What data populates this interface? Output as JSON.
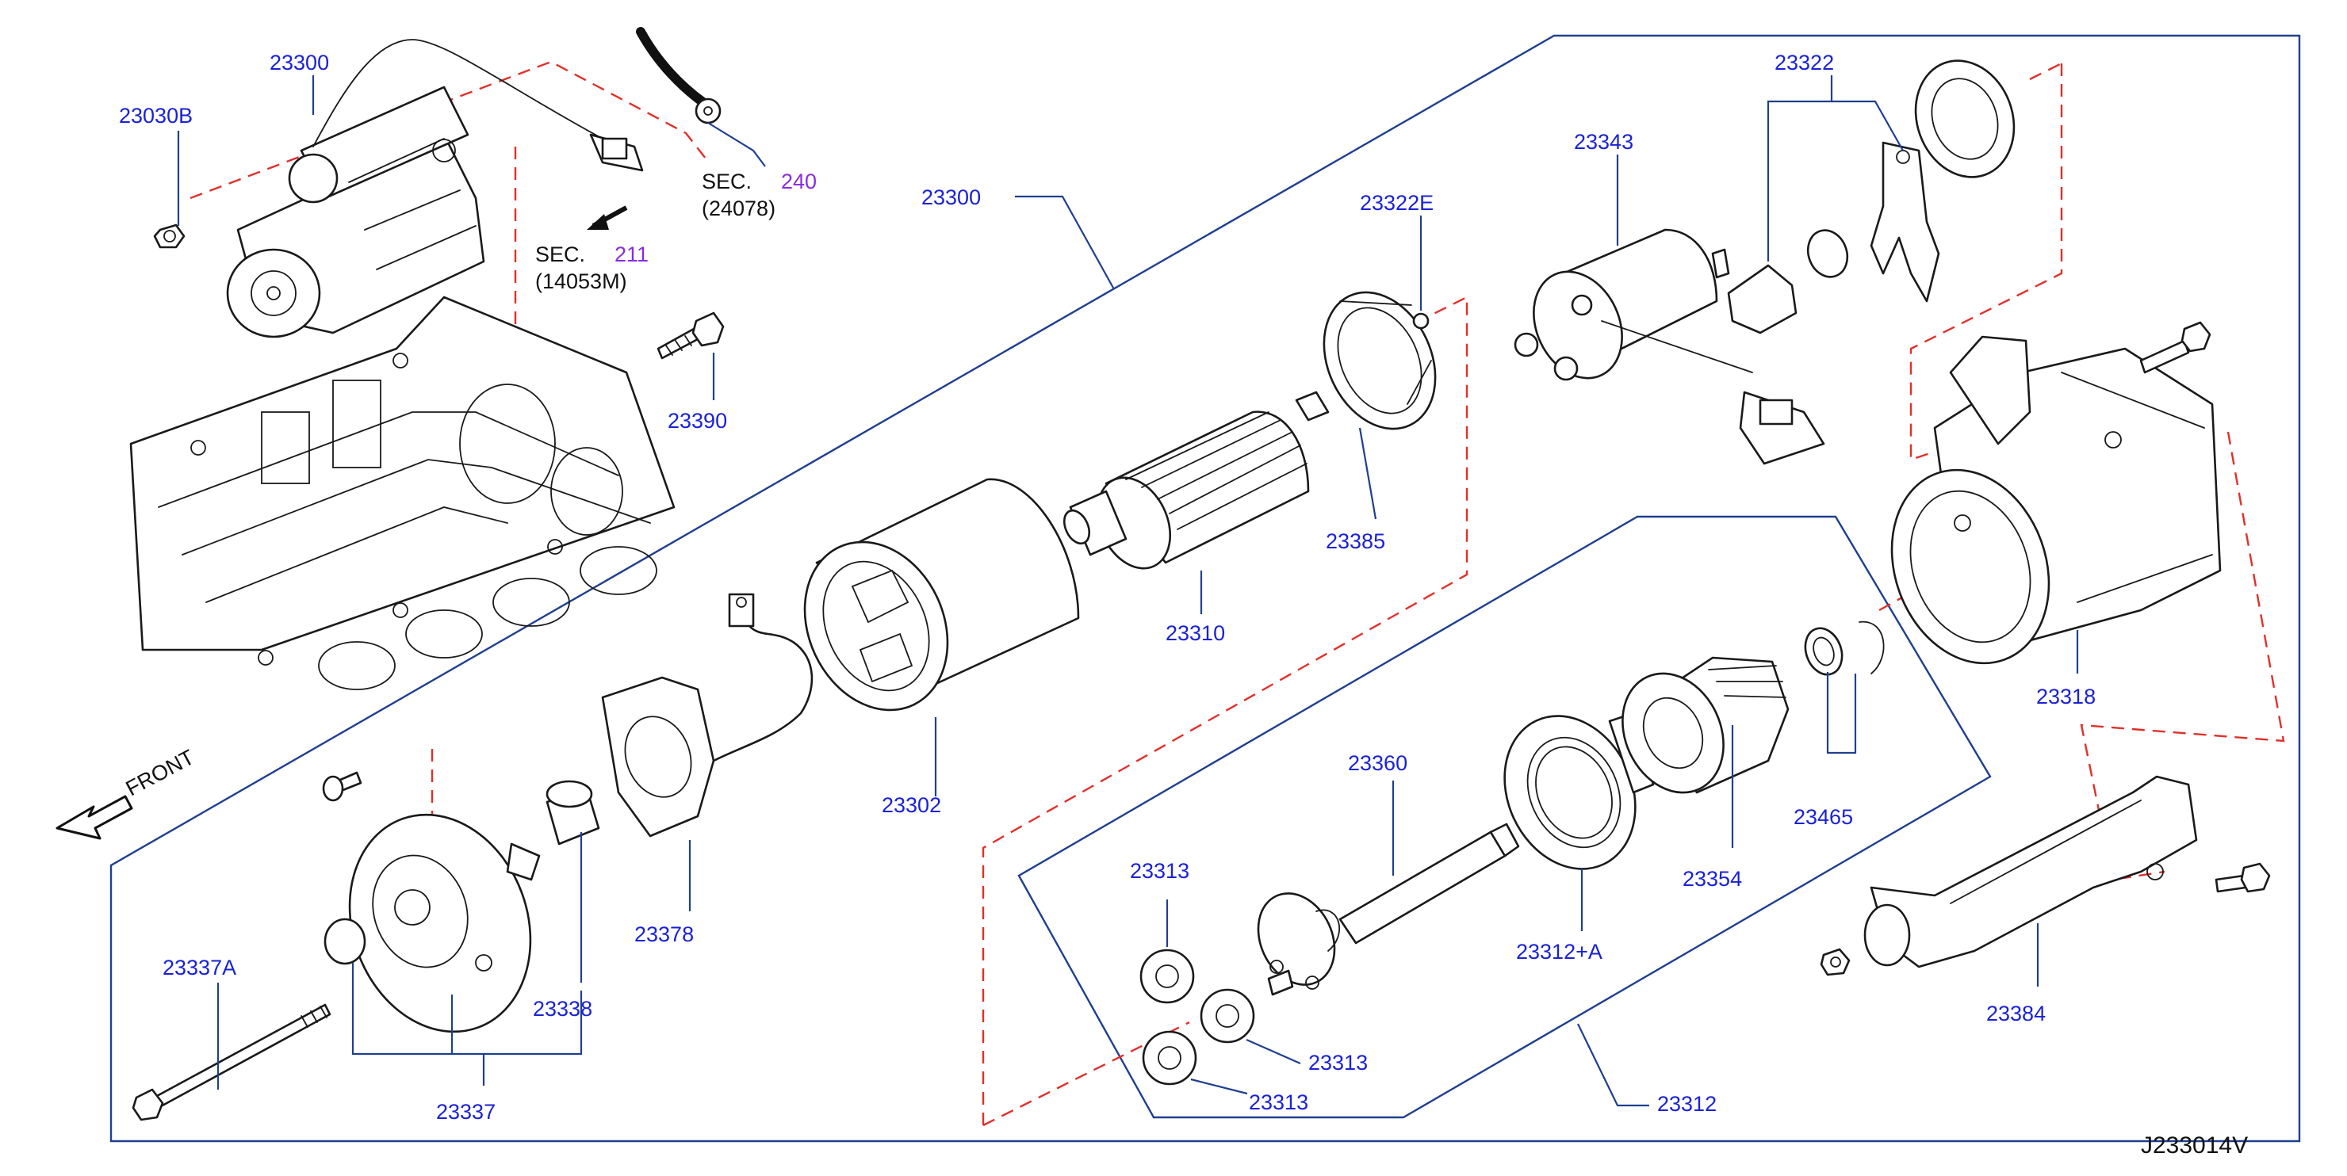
{
  "labels": {
    "p23300_top": "23300",
    "p23030B": "23030B",
    "p23390": "23390",
    "p23300_main": "23300",
    "p23302": "23302",
    "p23310": "23310",
    "p23322E": "23322E",
    "p23385": "23385",
    "p23343": "23343",
    "p23322": "23322",
    "p23318": "23318",
    "p23378": "23378",
    "p23337A": "23337A",
    "p23338": "23338",
    "p23337": "23337",
    "p23360": "23360",
    "p23313_a": "23313",
    "p23313_b": "23313",
    "p23313_c": "23313",
    "p23312A": "23312+A",
    "p23354": "23354",
    "p23465": "23465",
    "p23312": "23312",
    "p23384": "23384"
  },
  "sec_refs": {
    "sec240_word": "SEC.",
    "sec240_num": "240",
    "sec240_sub": "(24078)",
    "sec211_word": "SEC.",
    "sec211_num": "211",
    "sec211_sub": "(14053M)"
  },
  "front_label": "FRONT",
  "diagram_code": "J233014V",
  "colors": {
    "label_blue": "#1a22d6",
    "frame_blue": "#1f3f8f",
    "dashed_red": "#e0302a",
    "sec_purple": "#8a2be2",
    "ink": "#1a1a1a"
  }
}
